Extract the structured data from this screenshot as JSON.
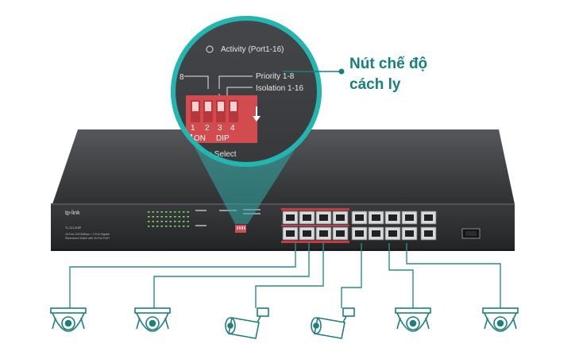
{
  "callout": {
    "line1": "Nút chế độ",
    "line2": "cách ly"
  },
  "switch": {
    "brand": "tp-link",
    "model": "TL-SL1218P",
    "description_line1": "16-Port 10/100Mbps + 2-Port Gigabit",
    "description_line2": "Rackmount Switch with 16-Port PoE+"
  },
  "dip_panel": {
    "top_label": "Activity (Port1-16)",
    "priority_label": "Priority 1-8",
    "isolation_label": "Isolation 1-16",
    "switch_numbers": [
      "1",
      "2",
      "3",
      "4"
    ],
    "on_label": "ON",
    "dip_label": "DIP",
    "mode_select_label": "Mode Select"
  },
  "colors": {
    "accent": "#16807f",
    "dip_switch": "#d24b4f",
    "chassis": "#3a3b3d",
    "front_panel": "#2c2d2f",
    "camera_outline": "#1f7e7e"
  },
  "cameras": [
    "dome-camera-icon",
    "dome-camera-icon",
    "bullet-camera-icon",
    "bullet-camera-icon",
    "dome-camera-icon",
    "dome-camera-icon"
  ]
}
